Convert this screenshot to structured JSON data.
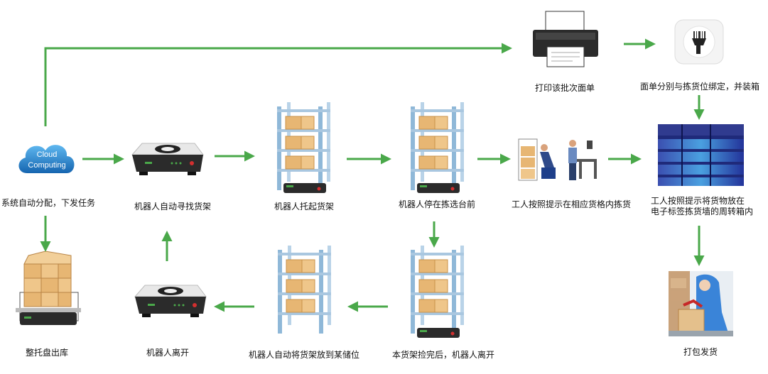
{
  "cloud": {
    "line1": "Cloud",
    "line2": "Computing",
    "fill": "#1e88d8"
  },
  "colors": {
    "arrow": "#4aa84a",
    "robot_body": "#2b2b2b",
    "robot_top": "#e8e8e8",
    "box": "#e7b673",
    "rack": "#8fb8d8"
  },
  "labels": {
    "system": "系统自动分配，下发任务",
    "robot_find": "机器人自动寻找货架",
    "robot_lift": "机器人托起货架",
    "robot_stop": "机器人停在拣选台前",
    "worker_pick": "工人按照提示在相应货格内拣货",
    "print": "打印该批次面单",
    "bind": "面单分别与拣货位绑定，并装箱",
    "put_line1": "工人按照提示将货物放在",
    "put_line2": "电子标签拣货墙的周转箱内",
    "pack": "打包发货",
    "pallet_out": "整托盘出库",
    "robot_leave": "机器人离开",
    "robot_store": "机器人自动将货架放到某储位",
    "shelf_done": "本货架捡完后，机器人离开"
  }
}
